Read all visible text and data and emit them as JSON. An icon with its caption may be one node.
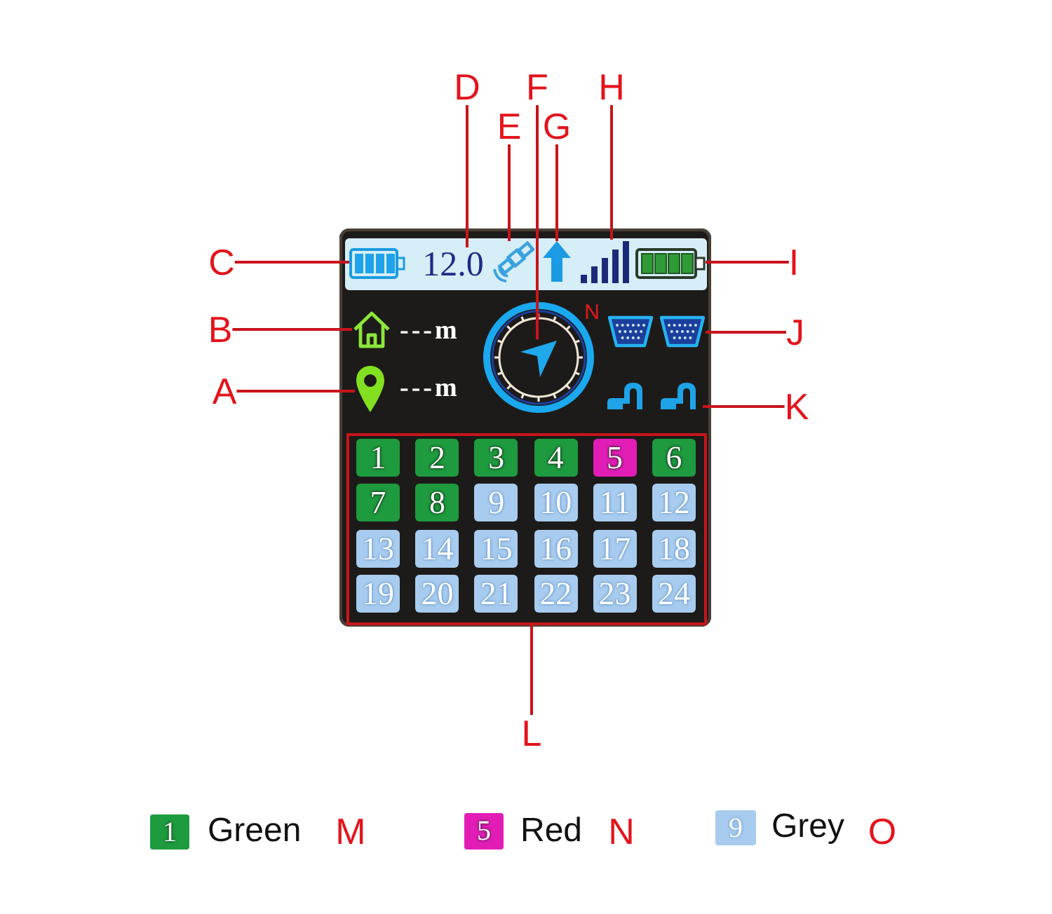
{
  "diagram": {
    "nodes": [
      {
        "text": [
          "D"
        ]
      },
      {
        "text": [
          "F"
        ]
      },
      {
        "text": [
          "H"
        ]
      },
      {
        "text": [
          "E"
        ]
      },
      {
        "text": [
          "G"
        ]
      },
      {
        "text": [
          "C"
        ]
      },
      {
        "text": [],
        "shape": "picture"
      },
      {
        "text": [
          "12.0"
        ]
      },
      {
        "text": [],
        "shape": "picture"
      },
      {
        "text": [],
        "shape": "picture"
      },
      {
        "text": [],
        "shape": "picture"
      },
      {
        "text": [],
        "shape": "picture"
      },
      {
        "text": [
          "I"
        ]
      },
      {
        "text": [
          "B"
        ]
      },
      {
        "text": [],
        "shape": "picture"
      },
      {
        "text": [],
        "shape": "picture"
      },
      {
        "text": [],
        "shape": "picture"
      },
      {
        "text": [
          "J"
        ]
      },
      {
        "text": [
          "A"
        ]
      },
      {
        "text": [],
        "shape": "picture"
      },
      {
        "text": [],
        "shape": "picture"
      },
      {
        "text": [
          "K"
        ]
      },
      {
        "text": [],
        "shape": "box"
      },
      {
        "text": [
          "1"
        ],
        "in": 22
      },
      {
        "text": [
          "2"
        ],
        "in": 22
      },
      {
        "text": [
          "3"
        ],
        "in": 22
      },
      {
        "text": [
          "4"
        ],
        "in": 22
      },
      {
        "text": [
          "5"
        ],
        "in": 22
      },
      {
        "text": [
          "6"
        ],
        "in": 22
      },
      {
        "text": [
          "7"
        ],
        "in": 22
      },
      {
        "text": [
          "8"
        ],
        "in": 22
      },
      {
        "text": [
          "9"
        ],
        "in": 22
      },
      {
        "text": [
          "10"
        ],
        "in": 22
      },
      {
        "text": [
          "11"
        ],
        "in": 22
      },
      {
        "text": [
          "12"
        ],
        "in": 22
      },
      {
        "text": [
          "13"
        ],
        "in": 22
      },
      {
        "text": [
          "14"
        ],
        "in": 22
      },
      {
        "text": [
          "15"
        ],
        "in": 22
      },
      {
        "text": [
          "16"
        ],
        "in": 22
      },
      {
        "text": [
          "17"
        ],
        "in": 22
      },
      {
        "text": [
          "18"
        ],
        "in": 22
      },
      {
        "text": [
          "19"
        ],
        "in": 22
      },
      {
        "text": [
          "20"
        ],
        "in": 22
      },
      {
        "text": [
          "21"
        ],
        "in": 22
      },
      {
        "text": [
          "22"
        ],
        "in": 22
      },
      {
        "text": [
          "23"
        ],
        "in": 22
      },
      {
        "text": [
          "24"
        ],
        "in": 22
      },
      {
        "text": [
          "L"
        ]
      }
    ],
    "edges": [
      {
        "from": 0,
        "to": 7,
        "arrow": "none"
      },
      {
        "from": 1,
        "to": 15,
        "arrow": "none"
      },
      {
        "from": 2,
        "to": 10,
        "arrow": "none"
      },
      {
        "from": 3,
        "to": 8,
        "arrow": "none"
      },
      {
        "from": 4,
        "to": 9,
        "arrow": "none"
      },
      {
        "from": 5,
        "to": 6,
        "arrow": "none"
      },
      {
        "from": 12,
        "to": 11,
        "arrow": "none"
      },
      {
        "from": 13,
        "to": 14,
        "arrow": "none"
      },
      {
        "from": 17,
        "to": 16,
        "arrow": "none"
      },
      {
        "from": 18,
        "to": 19,
        "arrow": "none"
      },
      {
        "from": 21,
        "to": 20,
        "arrow": "none"
      },
      {
        "from": 47,
        "to": 22,
        "arrow": "none"
      }
    ],
    "labels": [
      "N",
      "---m",
      "---m",
      "1",
      "M",
      "5",
      "N",
      "9",
      "O"
    ],
    "legend": [
      {
        "text": "Green",
        "color": "#1e9b3e"
      },
      {
        "text": "Red",
        "color": "#e21db6"
      },
      {
        "text": "Grey",
        "color": "#a8ccef"
      }
    ]
  }
}
